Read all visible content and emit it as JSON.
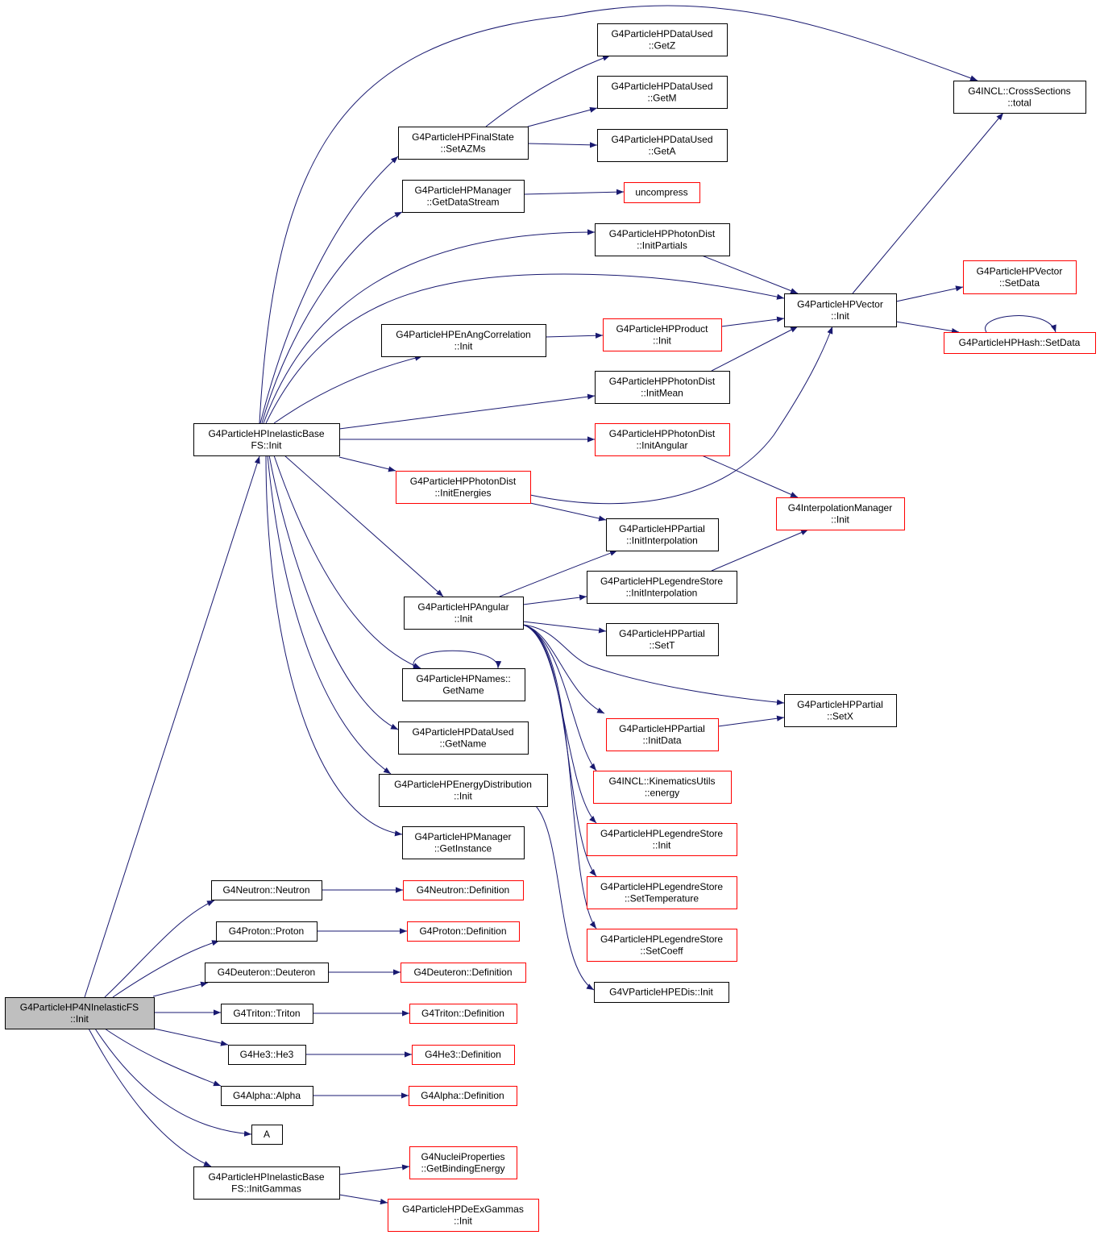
{
  "colors": {
    "edge": "#191970",
    "border_normal": "#000000",
    "border_truncated": "#ff0000",
    "fill_normal": "#ffffff",
    "fill_root": "#bfbfbf"
  },
  "nodes": {
    "root": {
      "lines": [
        "G4ParticleHP4NInelasticFS",
        "::Init"
      ],
      "style": "root"
    },
    "baseInit": {
      "lines": [
        "G4ParticleHPInelasticBase",
        "FS::Init"
      ],
      "style": "normal"
    },
    "baseInitGammas": {
      "lines": [
        "G4ParticleHPInelasticBase",
        "FS::InitGammas"
      ],
      "style": "normal"
    },
    "neutron": {
      "lines": [
        "G4Neutron::Neutron"
      ],
      "style": "normal"
    },
    "proton": {
      "lines": [
        "G4Proton::Proton"
      ],
      "style": "normal"
    },
    "deuteron": {
      "lines": [
        "G4Deuteron::Deuteron"
      ],
      "style": "normal"
    },
    "triton": {
      "lines": [
        "G4Triton::Triton"
      ],
      "style": "normal"
    },
    "he3": {
      "lines": [
        "G4He3::He3"
      ],
      "style": "normal"
    },
    "alpha": {
      "lines": [
        "G4Alpha::Alpha"
      ],
      "style": "normal"
    },
    "a": {
      "lines": [
        "A"
      ],
      "style": "normal"
    },
    "neutronDef": {
      "lines": [
        "G4Neutron::Definition"
      ],
      "style": "truncated"
    },
    "protonDef": {
      "lines": [
        "G4Proton::Definition"
      ],
      "style": "truncated"
    },
    "deuteronDef": {
      "lines": [
        "G4Deuteron::Definition"
      ],
      "style": "truncated"
    },
    "tritonDef": {
      "lines": [
        "G4Triton::Definition"
      ],
      "style": "truncated"
    },
    "he3Def": {
      "lines": [
        "G4He3::Definition"
      ],
      "style": "truncated"
    },
    "alphaDef": {
      "lines": [
        "G4Alpha::Definition"
      ],
      "style": "truncated"
    },
    "bindingEnergy": {
      "lines": [
        "G4NucleiProperties",
        "::GetBindingEnergy"
      ],
      "style": "truncated"
    },
    "deExGammas": {
      "lines": [
        "G4ParticleHPDeExGammas",
        "::Init"
      ],
      "style": "truncated"
    },
    "setAZMs": {
      "lines": [
        "G4ParticleHPFinalState",
        "::SetAZMs"
      ],
      "style": "normal"
    },
    "getDataStream": {
      "lines": [
        "G4ParticleHPManager",
        "::GetDataStream"
      ],
      "style": "normal"
    },
    "enAngInit": {
      "lines": [
        "G4ParticleHPEnAngCorrelation",
        "::Init"
      ],
      "style": "normal"
    },
    "initEnergies": {
      "lines": [
        "G4ParticleHPPhotonDist",
        "::InitEnergies"
      ],
      "style": "truncated"
    },
    "angularInit": {
      "lines": [
        "G4ParticleHPAngular",
        "::Init"
      ],
      "style": "normal"
    },
    "namesGetName": {
      "lines": [
        "G4ParticleHPNames::",
        "GetName"
      ],
      "style": "normal"
    },
    "dataUsedGetName": {
      "lines": [
        "G4ParticleHPDataUsed",
        "::GetName"
      ],
      "style": "normal"
    },
    "energyDistInit": {
      "lines": [
        "G4ParticleHPEnergyDistribution",
        "::Init"
      ],
      "style": "normal"
    },
    "getInstance": {
      "lines": [
        "G4ParticleHPManager",
        "::GetInstance"
      ],
      "style": "normal"
    },
    "getZ": {
      "lines": [
        "G4ParticleHPDataUsed",
        "::GetZ"
      ],
      "style": "normal"
    },
    "getM": {
      "lines": [
        "G4ParticleHPDataUsed",
        "::GetM"
      ],
      "style": "normal"
    },
    "getA": {
      "lines": [
        "G4ParticleHPDataUsed",
        "::GetA"
      ],
      "style": "normal"
    },
    "uncompress": {
      "lines": [
        "uncompress"
      ],
      "style": "truncated"
    },
    "initPartials": {
      "lines": [
        "G4ParticleHPPhotonDist",
        "::InitPartials"
      ],
      "style": "normal"
    },
    "productInit": {
      "lines": [
        "G4ParticleHPProduct",
        "::Init"
      ],
      "style": "truncated"
    },
    "initMean": {
      "lines": [
        "G4ParticleHPPhotonDist",
        "::InitMean"
      ],
      "style": "normal"
    },
    "initAngular": {
      "lines": [
        "G4ParticleHPPhotonDist",
        "::InitAngular"
      ],
      "style": "truncated"
    },
    "partialInitInterp": {
      "lines": [
        "G4ParticleHPPartial",
        "::InitInterpolation"
      ],
      "style": "normal"
    },
    "legendreInitInterp": {
      "lines": [
        "G4ParticleHPLegendreStore",
        "::InitInterpolation"
      ],
      "style": "normal"
    },
    "partialSetT": {
      "lines": [
        "G4ParticleHPPartial",
        "::SetT"
      ],
      "style": "normal"
    },
    "partialInitData": {
      "lines": [
        "G4ParticleHPPartial",
        "::InitData"
      ],
      "style": "truncated"
    },
    "kinEnergy": {
      "lines": [
        "G4INCL::KinematicsUtils",
        "::energy"
      ],
      "style": "truncated"
    },
    "legendreInit": {
      "lines": [
        "G4ParticleHPLegendreStore",
        "::Init"
      ],
      "style": "truncated"
    },
    "legendreSetTemp": {
      "lines": [
        "G4ParticleHPLegendreStore",
        "::SetTemperature"
      ],
      "style": "truncated"
    },
    "legendreSetCoeff": {
      "lines": [
        "G4ParticleHPLegendreStore",
        "::SetCoeff"
      ],
      "style": "truncated"
    },
    "vpeDisInit": {
      "lines": [
        "G4VParticleHPEDis::Init"
      ],
      "style": "normal"
    },
    "crossTotal": {
      "lines": [
        "G4INCL::CrossSections",
        "::total"
      ],
      "style": "normal"
    },
    "vectorInit": {
      "lines": [
        "G4ParticleHPVector",
        "::Init"
      ],
      "style": "normal"
    },
    "vectorSetData": {
      "lines": [
        "G4ParticleHPVector",
        "::SetData"
      ],
      "style": "truncated"
    },
    "hashSetData": {
      "lines": [
        "G4ParticleHPHash::SetData"
      ],
      "style": "truncated"
    },
    "interpMgrInit": {
      "lines": [
        "G4InterpolationManager",
        "::Init"
      ],
      "style": "truncated"
    },
    "partialSetX": {
      "lines": [
        "G4ParticleHPPartial",
        "::SetX"
      ],
      "style": "normal"
    }
  },
  "edges": [
    {
      "from": "root",
      "to": "baseInit"
    },
    {
      "from": "root",
      "to": "neutron"
    },
    {
      "from": "root",
      "to": "proton"
    },
    {
      "from": "root",
      "to": "deuteron"
    },
    {
      "from": "root",
      "to": "triton"
    },
    {
      "from": "root",
      "to": "he3"
    },
    {
      "from": "root",
      "to": "alpha"
    },
    {
      "from": "root",
      "to": "a"
    },
    {
      "from": "root",
      "to": "baseInitGammas"
    },
    {
      "from": "neutron",
      "to": "neutronDef"
    },
    {
      "from": "proton",
      "to": "protonDef"
    },
    {
      "from": "deuteron",
      "to": "deuteronDef"
    },
    {
      "from": "triton",
      "to": "tritonDef"
    },
    {
      "from": "he3",
      "to": "he3Def"
    },
    {
      "from": "alpha",
      "to": "alphaDef"
    },
    {
      "from": "baseInitGammas",
      "to": "bindingEnergy"
    },
    {
      "from": "baseInitGammas",
      "to": "deExGammas"
    },
    {
      "from": "baseInit",
      "to": "crossTotal"
    },
    {
      "from": "baseInit",
      "to": "setAZMs"
    },
    {
      "from": "baseInit",
      "to": "getDataStream"
    },
    {
      "from": "baseInit",
      "to": "initPartials"
    },
    {
      "from": "baseInit",
      "to": "vectorInit"
    },
    {
      "from": "baseInit",
      "to": "enAngInit"
    },
    {
      "from": "baseInit",
      "to": "initMean"
    },
    {
      "from": "baseInit",
      "to": "initAngular"
    },
    {
      "from": "baseInit",
      "to": "initEnergies"
    },
    {
      "from": "baseInit",
      "to": "angularInit"
    },
    {
      "from": "baseInit",
      "to": "namesGetName"
    },
    {
      "from": "baseInit",
      "to": "dataUsedGetName"
    },
    {
      "from": "baseInit",
      "to": "energyDistInit"
    },
    {
      "from": "baseInit",
      "to": "getInstance"
    },
    {
      "from": "setAZMs",
      "to": "getZ"
    },
    {
      "from": "setAZMs",
      "to": "getM"
    },
    {
      "from": "setAZMs",
      "to": "getA"
    },
    {
      "from": "getDataStream",
      "to": "uncompress"
    },
    {
      "from": "enAngInit",
      "to": "productInit"
    },
    {
      "from": "productInit",
      "to": "vectorInit"
    },
    {
      "from": "initPartials",
      "to": "vectorInit"
    },
    {
      "from": "initMean",
      "to": "vectorInit"
    },
    {
      "from": "initEnergies",
      "to": "vectorInit"
    },
    {
      "from": "initEnergies",
      "to": "partialInitInterp"
    },
    {
      "from": "initAngular",
      "to": "interpMgrInit"
    },
    {
      "from": "legendreInitInterp",
      "to": "interpMgrInit"
    },
    {
      "from": "vectorInit",
      "to": "crossTotal"
    },
    {
      "from": "vectorInit",
      "to": "vectorSetData"
    },
    {
      "from": "vectorInit",
      "to": "hashSetData"
    },
    {
      "from": "hashSetData",
      "to": "hashSetData"
    },
    {
      "from": "angularInit",
      "to": "partialInitInterp"
    },
    {
      "from": "angularInit",
      "to": "legendreInitInterp"
    },
    {
      "from": "angularInit",
      "to": "partialSetT"
    },
    {
      "from": "angularInit",
      "to": "partialSetX"
    },
    {
      "from": "angularInit",
      "to": "partialInitData"
    },
    {
      "from": "angularInit",
      "to": "kinEnergy"
    },
    {
      "from": "angularInit",
      "to": "legendreInit"
    },
    {
      "from": "angularInit",
      "to": "legendreSetTemp"
    },
    {
      "from": "angularInit",
      "to": "legendreSetCoeff"
    },
    {
      "from": "partialInitData",
      "to": "partialSetX"
    },
    {
      "from": "namesGetName",
      "to": "namesGetName"
    },
    {
      "from": "energyDistInit",
      "to": "vpeDisInit"
    }
  ]
}
